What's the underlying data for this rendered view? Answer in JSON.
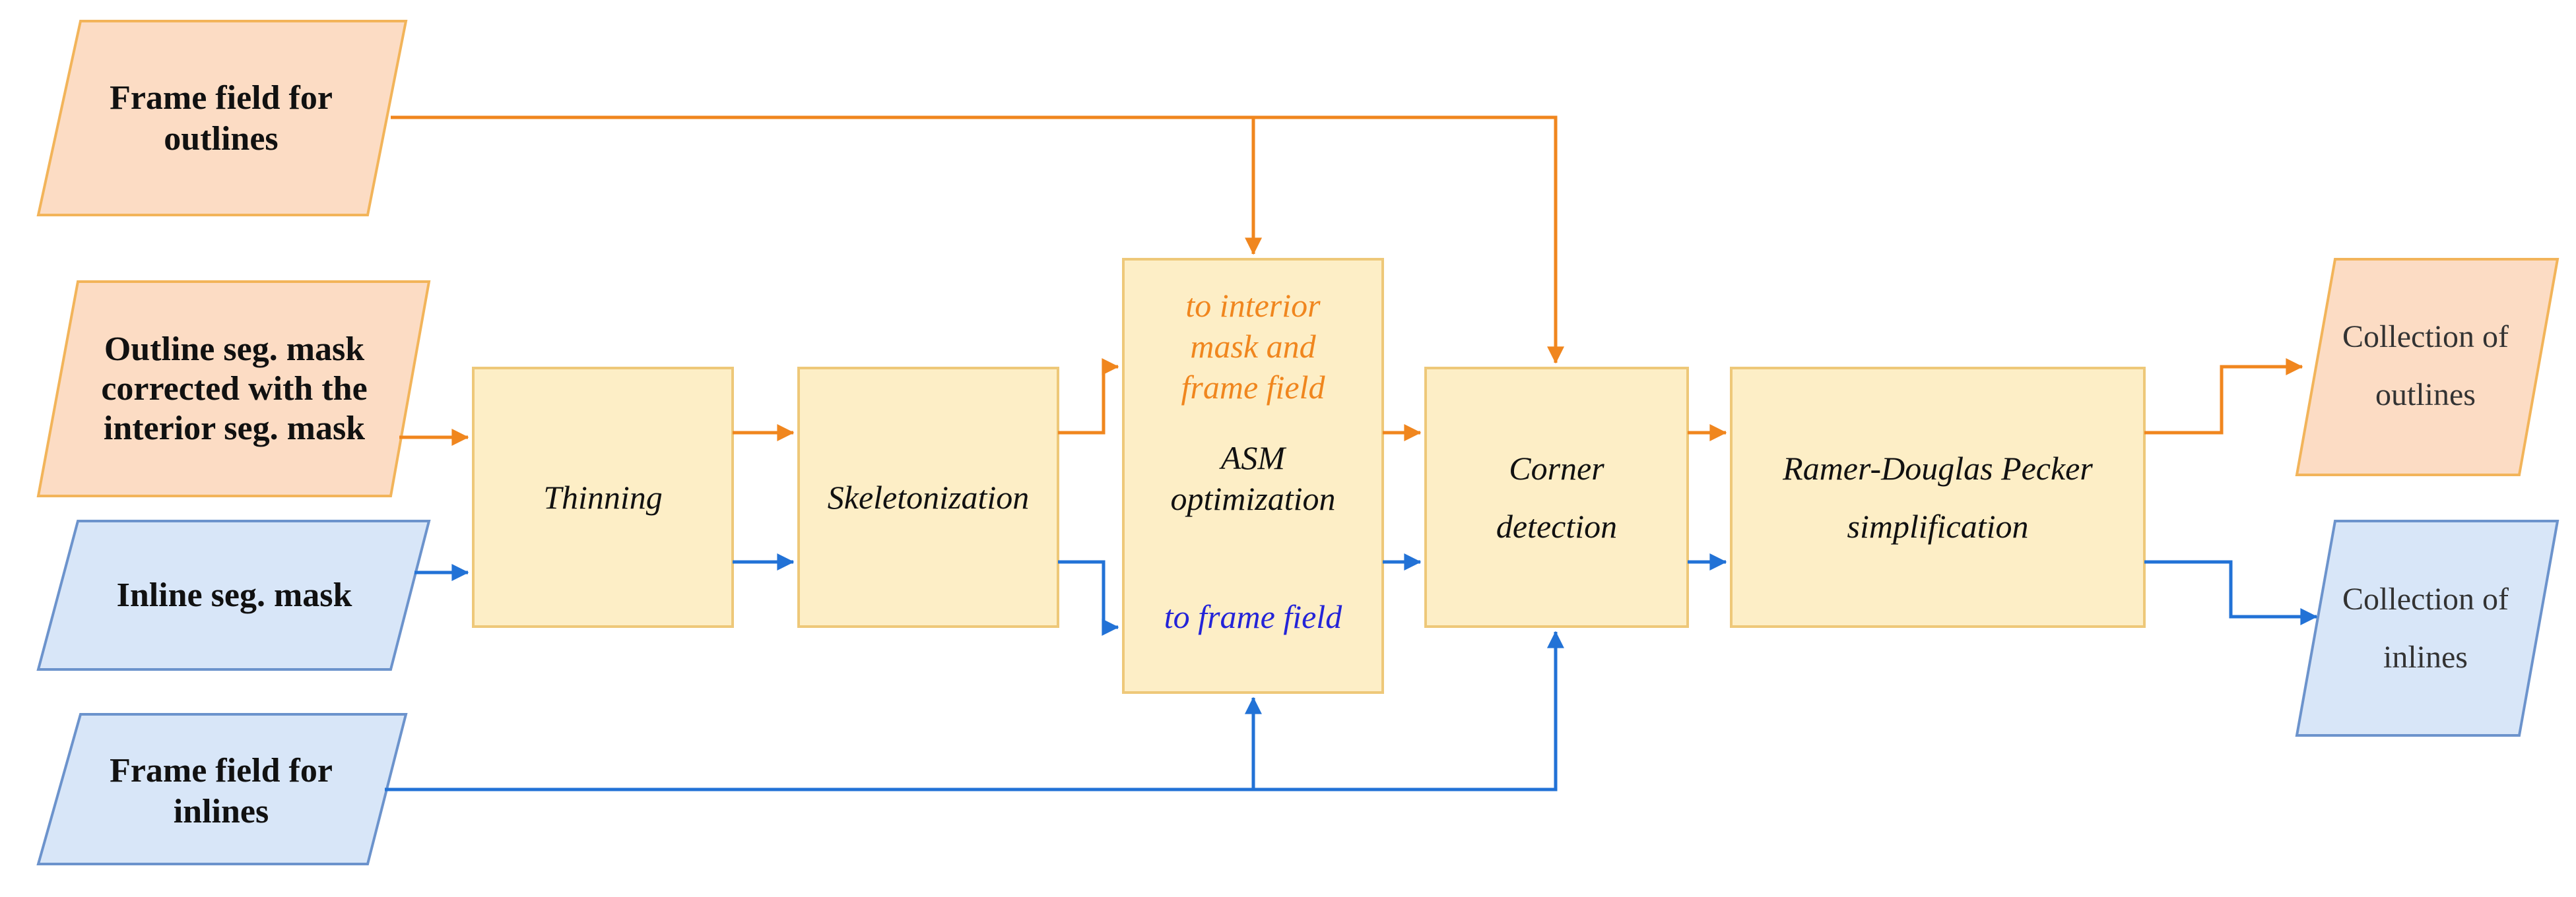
{
  "colors": {
    "orange_line": "#F0861E",
    "blue_line": "#2272D6",
    "orange_fill": "#FCDCC4",
    "orange_stroke": "#F2B45A",
    "blue_fill": "#D8E6F8",
    "blue_stroke": "#6C93CC",
    "process_fill": "#FDEEC6",
    "process_stroke": "#EEC879",
    "asm_orange_text": "#F0861E",
    "asm_blue_text": "#2424D8"
  },
  "inputs": {
    "frame_field_outlines": "Frame field for\noutlines",
    "outline_mask": "Outline seg. mask\ncorrected with the\ninterior seg. mask",
    "inline_mask": "Inline seg. mask",
    "frame_field_inlines": "Frame field for\ninlines"
  },
  "processes": {
    "thinning": "Thinning",
    "skeletonization": "Skeletonization",
    "asm_top": "to interior\nmask and\nframe field",
    "asm_main": "ASM\noptimization",
    "asm_bottom": "to frame field",
    "corner": "Corner\ndetection",
    "rdp": "Ramer-Douglas Pecker\nsimplification"
  },
  "outputs": {
    "outlines": "Collection of\noutlines",
    "inlines": "Collection of\ninlines"
  }
}
